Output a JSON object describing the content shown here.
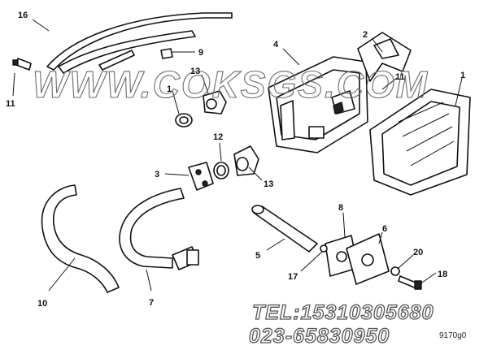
{
  "callouts": [
    {
      "id": "c16",
      "text": "16"
    },
    {
      "id": "c11",
      "text": "11"
    },
    {
      "id": "c9",
      "text": "9"
    },
    {
      "id": "c13a",
      "text": "13"
    },
    {
      "id": "c1a",
      "text": "1"
    },
    {
      "id": "c4",
      "text": "4"
    },
    {
      "id": "c2",
      "text": "2"
    },
    {
      "id": "c11b",
      "text": "11"
    },
    {
      "id": "c1b",
      "text": "1"
    },
    {
      "id": "c12",
      "text": "12"
    },
    {
      "id": "c3",
      "text": "3"
    },
    {
      "id": "c13b",
      "text": "13"
    },
    {
      "id": "c8",
      "text": "8"
    },
    {
      "id": "c6",
      "text": "6"
    },
    {
      "id": "c5",
      "text": "5"
    },
    {
      "id": "c20",
      "text": "20"
    },
    {
      "id": "c17",
      "text": "17"
    },
    {
      "id": "c18",
      "text": "18"
    },
    {
      "id": "c10",
      "text": "10"
    },
    {
      "id": "c7",
      "text": "7"
    }
  ],
  "watermark": {
    "site": "WWW.COKSGS.COM",
    "tel": "TEL:15310305680",
    "phone": "023-65830950"
  },
  "figure_code": "9170g0"
}
